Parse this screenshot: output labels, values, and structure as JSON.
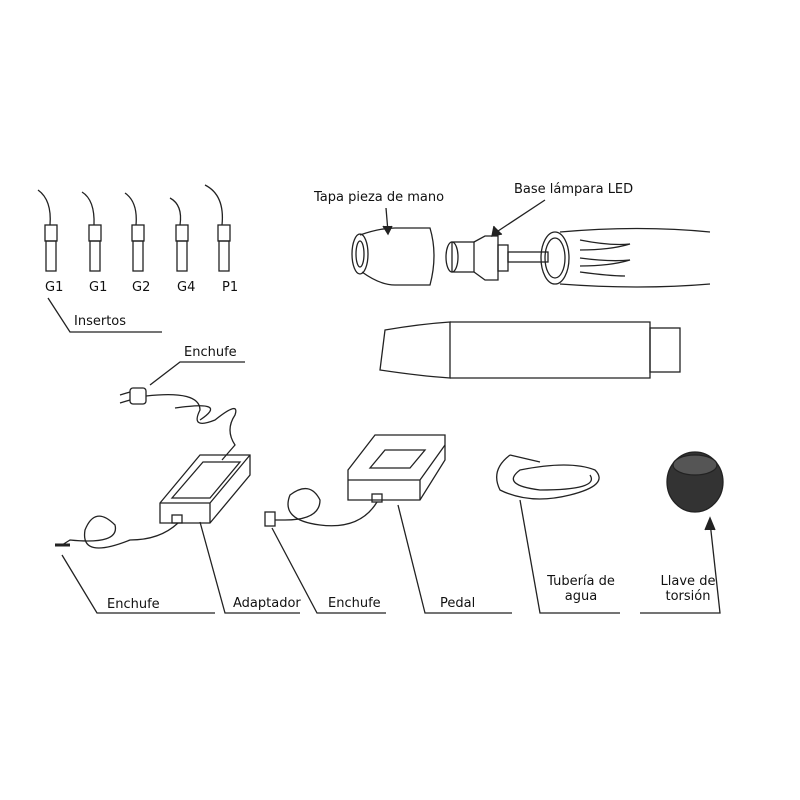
{
  "labels": {
    "cap": "Tapa pieza de mano",
    "led_base": "Base lámpara LED",
    "inserts": "Insertos",
    "plug_top": "Enchufe",
    "plug_bottom": "Enchufe",
    "adapter": "Adaptador",
    "plug_pedal": "Enchufe",
    "pedal": "Pedal",
    "water_tube_1": "Tubería de",
    "water_tube_2": "agua",
    "wrench_1": "Llave de",
    "wrench_2": "torsión"
  },
  "tips": [
    "G1",
    "G1",
    "G2",
    "G4",
    "P1"
  ]
}
